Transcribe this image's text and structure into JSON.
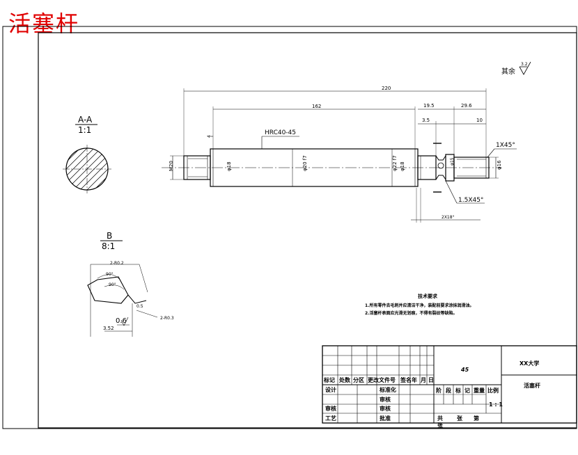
{
  "header": {
    "title": "活塞杆"
  },
  "surface_note": {
    "label": "其余",
    "value": "3.2"
  },
  "main_view": {
    "dims": {
      "overall": "220",
      "body": "162",
      "d1": "19.5",
      "d2": "29.6",
      "d3": "3.5",
      "d4": "10",
      "short": "4",
      "right_dia": "φ16",
      "left_dia": "M20",
      "body_dia": "φ18",
      "center_dia": "φ20 f7",
      "dia_lab1": "φ22 f7",
      "dia_lab2": "φ18",
      "dia_lab3": "φ15",
      "groove": "2X18°"
    },
    "hardness": "HRC40-45",
    "chamfer1": "1X45°",
    "chamfer2": "1.5X45°"
  },
  "section_aa": {
    "label": "A-A",
    "scale": "1:1"
  },
  "detail_b": {
    "label": "B",
    "scale": "8:1",
    "notes": [
      "2-R0.2",
      "90°",
      "90°",
      "0.6",
      "0.5",
      "3.52",
      "2-R0.3"
    ]
  },
  "tech_req": {
    "title": "技术要求",
    "items": [
      "1.所有零件去毛刺并应清洁干净，装配前要求涂抹润滑油。",
      "2.活塞杆表面应光滑无划痕，不得有裂纹等缺陷。"
    ]
  },
  "title_block": {
    "material": "45",
    "school": "XX大学",
    "part_name": "活塞杆",
    "rev_headers": [
      "标记",
      "处数",
      "分区",
      "更改文件号",
      "签名",
      "年",
      "月",
      "日"
    ],
    "labels": {
      "design": "设计",
      "std": "标准化",
      "check": "审核",
      "craft": "工艺",
      "pizhun": "批准",
      "shenhe": "审核",
      "shenhe2": "审核"
    },
    "stage_headers": [
      "阶",
      "段",
      "标",
      "记",
      "重量",
      "比例"
    ],
    "ratio": "1 : 1",
    "sheet": [
      "共",
      "张",
      "第",
      "张"
    ]
  }
}
